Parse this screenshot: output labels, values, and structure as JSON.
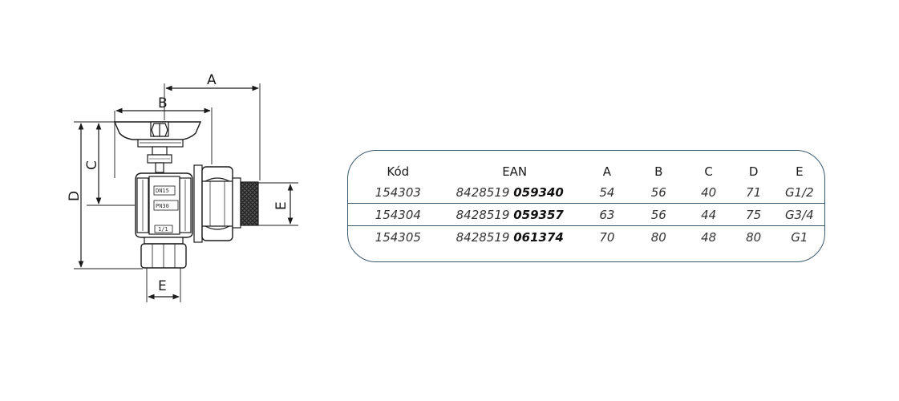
{
  "drawing": {
    "labels": {
      "A": "A",
      "B": "B",
      "C": "C",
      "D": "D",
      "E_side": "E",
      "E_bottom": "E"
    },
    "plate_marks": {
      "dn": "DN15",
      "pn": "PN30",
      "size": "1/1"
    }
  },
  "table": {
    "headers": [
      "Kód",
      "EAN",
      "A",
      "B",
      "C",
      "D",
      "E"
    ],
    "rows": [
      {
        "kod": "154303",
        "ean_prefix": "8428519",
        "ean_suffix": "059340",
        "a": "54",
        "b": "56",
        "c": "40",
        "d": "71",
        "e": "G1/2"
      },
      {
        "kod": "154304",
        "ean_prefix": "8428519",
        "ean_suffix": "059357",
        "a": "63",
        "b": "56",
        "c": "44",
        "d": "75",
        "e": "G3/4"
      },
      {
        "kod": "154305",
        "ean_prefix": "8428519",
        "ean_suffix": "061374",
        "a": "70",
        "b": "80",
        "c": "48",
        "d": "80",
        "e": "G1"
      }
    ]
  },
  "colors": {
    "line": "#1a1a1a",
    "border": "#3c5a6e"
  }
}
